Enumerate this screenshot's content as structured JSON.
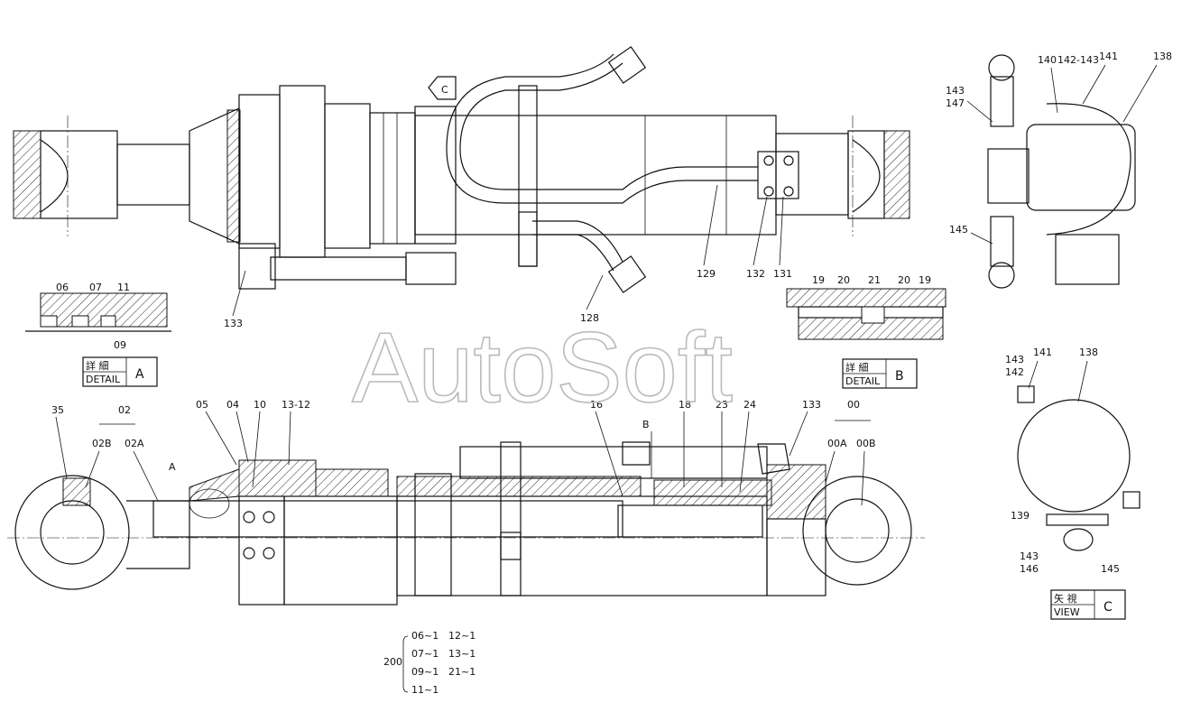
{
  "watermark": "AutoSoft",
  "callouts": {
    "top": [
      "133",
      "128",
      "129",
      "132",
      "131"
    ],
    "detail_a": [
      "06",
      "07",
      "11",
      "09"
    ],
    "detail_b": [
      "19",
      "20",
      "21",
      "20",
      "19"
    ],
    "right_top": [
      "140",
      "142-143",
      "141",
      "138",
      "143",
      "147",
      "145"
    ],
    "view_c": [
      "143",
      "142",
      "141",
      "138",
      "139",
      "143",
      "146",
      "145"
    ],
    "bottom": [
      "35",
      "02",
      "02B",
      "02A",
      "A",
      "05",
      "04",
      "10",
      "13-12",
      "16",
      "B",
      "18",
      "23",
      "24",
      "133",
      "00",
      "00A",
      "00B"
    ]
  },
  "detail_a": {
    "jp": "詳 細",
    "en": "DETAIL",
    "letter": "A"
  },
  "detail_b": {
    "jp": "詳 細",
    "en": "DETAIL",
    "letter": "B"
  },
  "view_c": {
    "jp": "矢 視",
    "en": "VIEW",
    "letter": "C"
  },
  "section_marker": "C",
  "kit": {
    "number": "200",
    "col1": [
      "06~1",
      "07~1",
      "09~1",
      "11~1"
    ],
    "col2": [
      "12~1",
      "13~1",
      "21~1"
    ]
  }
}
